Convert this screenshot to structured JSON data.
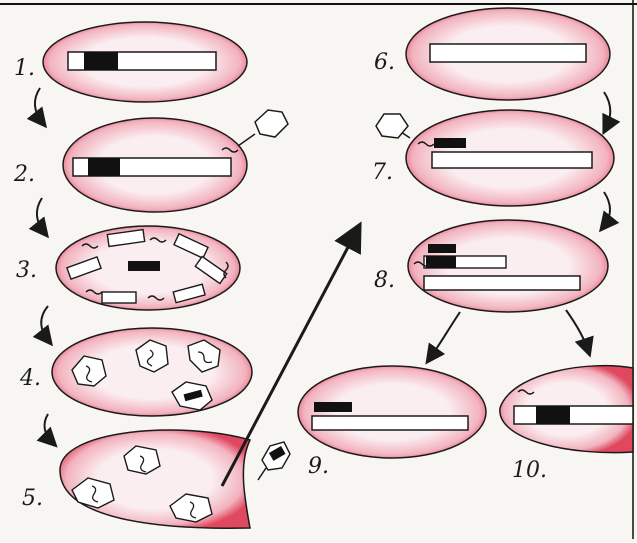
{
  "steps": [
    {
      "id": 1,
      "label": "1."
    },
    {
      "id": 2,
      "label": "2."
    },
    {
      "id": 3,
      "label": "3."
    },
    {
      "id": 4,
      "label": "4."
    },
    {
      "id": 5,
      "label": "5."
    },
    {
      "id": 6,
      "label": "6."
    },
    {
      "id": 7,
      "label": "7."
    },
    {
      "id": 8,
      "label": "8."
    },
    {
      "id": 9,
      "label": "9."
    },
    {
      "id": 10,
      "label": "10."
    }
  ],
  "colors": {
    "cell_fill": "#f6dde2",
    "cell_rim": "#e0485f",
    "outline": "#1a1a1a",
    "chromosome_fill": "#ffffff",
    "insert_fill": "#111111",
    "paper": "#f7f6f3"
  }
}
